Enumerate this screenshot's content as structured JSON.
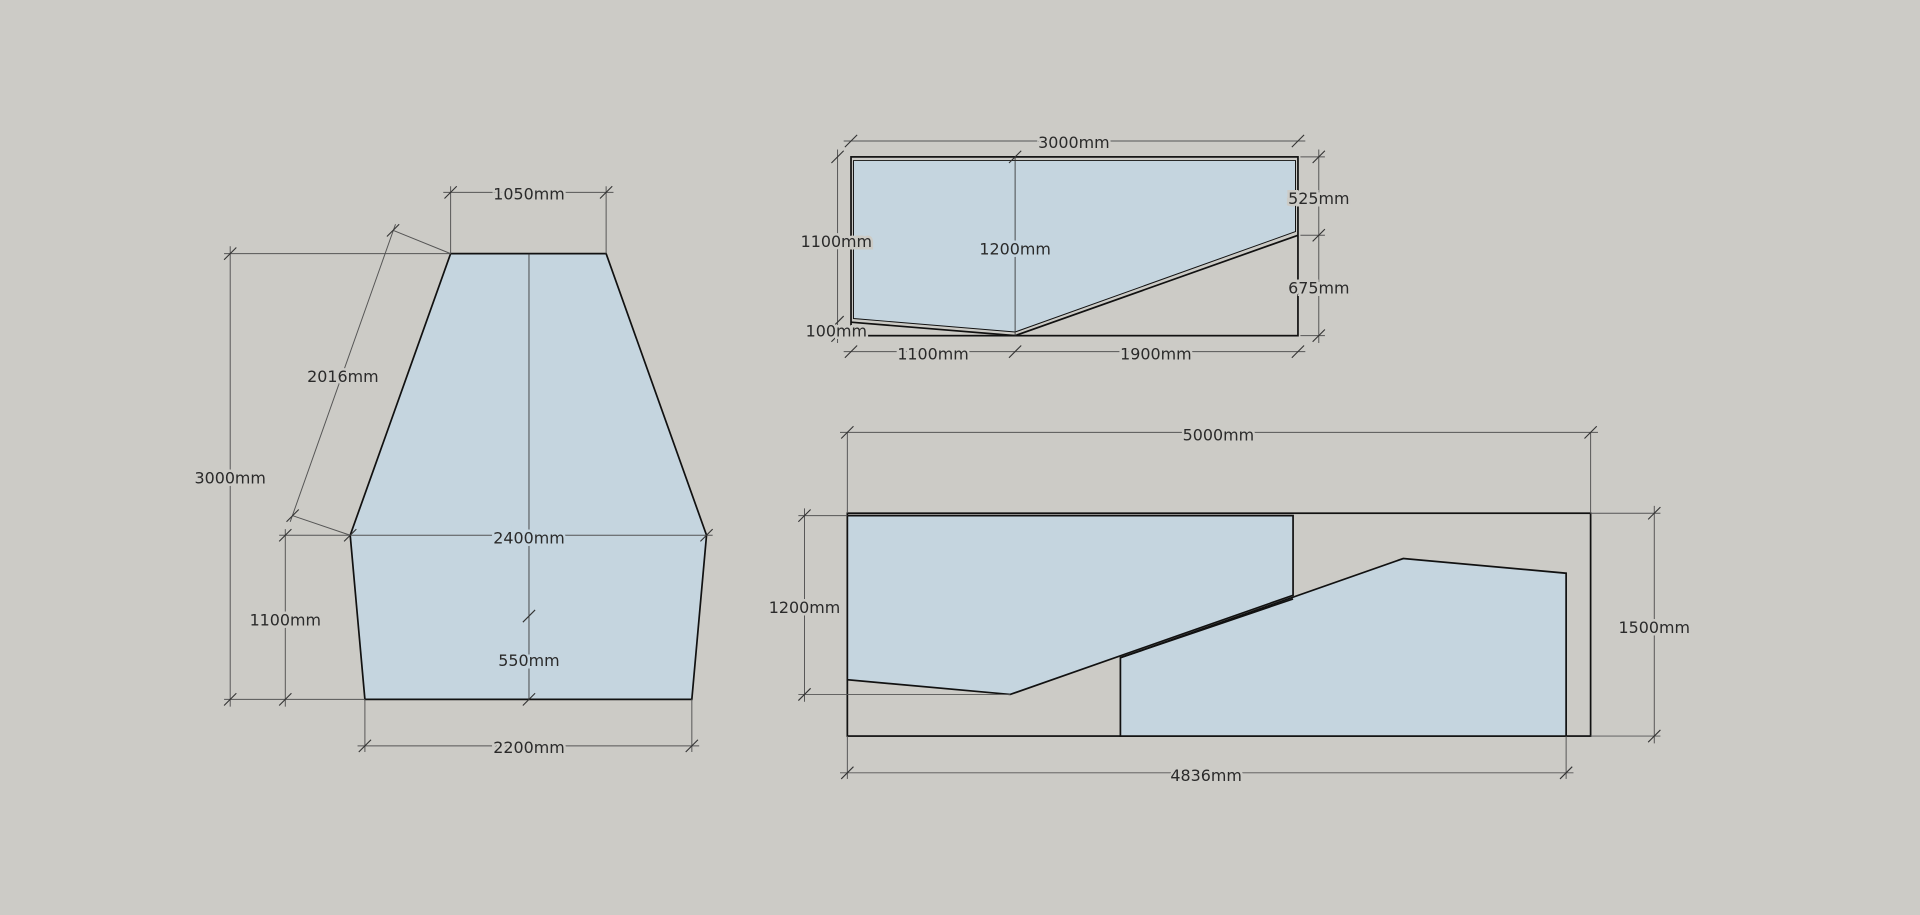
{
  "colors": {
    "background": "#cccbc6",
    "panel_fill": "#c5d5df",
    "outline": "#111111"
  },
  "views": {
    "front": {
      "top_width": "1050mm",
      "slant_length": "2016mm",
      "total_height": "3000mm",
      "max_width": "2400mm",
      "lower_height": "1100mm",
      "mid_drop": "550mm",
      "bottom_width": "2200mm"
    },
    "side": {
      "width": "3000mm",
      "left_height": "1100mm",
      "center_height": "1200mm",
      "left_drop": "100mm",
      "right_top": "525mm",
      "right_bottom": "675mm",
      "left_span": "1100mm",
      "right_span": "1900mm"
    },
    "plan": {
      "width": "5000mm",
      "left_height": "1200mm",
      "depth": "1500mm",
      "panel_width": "4836mm"
    }
  }
}
